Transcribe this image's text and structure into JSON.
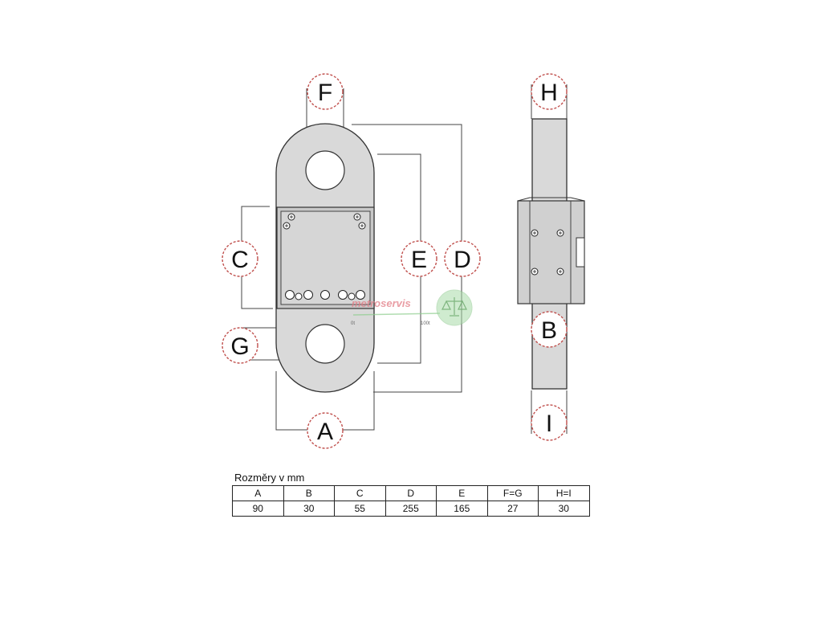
{
  "diagram": {
    "labels": {
      "A": "A",
      "B": "B",
      "C": "C",
      "D": "D",
      "E": "E",
      "F": "F",
      "G": "G",
      "H": "H",
      "I": "I"
    },
    "device_marks": {
      "left": "0t",
      "right": "100t"
    }
  },
  "watermark": {
    "text": "metroservis"
  },
  "dimensions_table": {
    "caption": "Rozměry v mm",
    "headers": [
      "A",
      "B",
      "C",
      "D",
      "E",
      "F=G",
      "H=I"
    ],
    "values": [
      "90",
      "30",
      "55",
      "255",
      "165",
      "27",
      "30"
    ]
  }
}
